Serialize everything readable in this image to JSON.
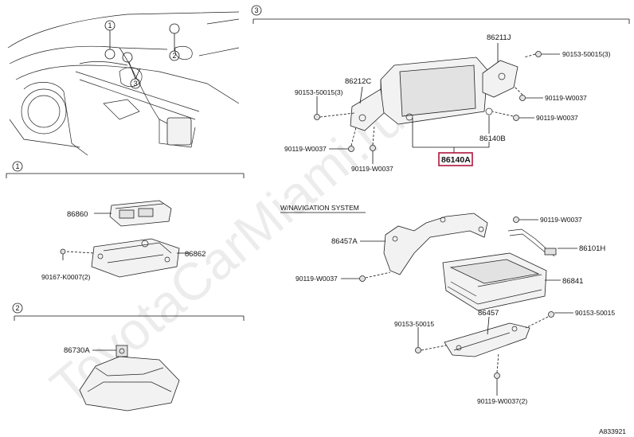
{
  "watermark": "ToyotaCarMiami.ru",
  "image_code": "A833921",
  "callouts": {
    "c1": "1",
    "c2": "2",
    "c3": "3"
  },
  "section3": {
    "parts": {
      "p86211J": "86211J",
      "p86212C": "86212C",
      "p86140B": "86140B",
      "p86140A": "86140A"
    },
    "bolts": {
      "b_90153_50015_3_right": "90153-50015(3)",
      "b_90153_50015_3_left": "90153-50015(3)",
      "b_90119_W0037_a": "90119-W0037",
      "b_90119_W0037_b": "90119-W0037",
      "b_90119_W0037_c": "90119-W0037",
      "b_90119_W0037_d": "90119-W0037"
    },
    "highlight_color": "#b0153c"
  },
  "nav": {
    "title": "W/NAVIGATION SYSTEM",
    "parts": {
      "p86457A": "86457A",
      "p86101H": "86101H",
      "p86841": "86841",
      "p86457": "86457"
    },
    "bolts": {
      "b_90119_W0037_top": "90119-W0037",
      "b_90119_W0037_left": "90119-W0037",
      "b_90153_50015_right": "90153-50015",
      "b_90153_50015_left": "90153-50015",
      "b_90119_W0037_2": "90119-W0037(2)"
    }
  },
  "section1": {
    "parts": {
      "p86860": "86860",
      "p86862": "86862"
    },
    "bolts": {
      "b_90167_K0007_2": "90167-K0007(2)"
    }
  },
  "section2": {
    "parts": {
      "p86730A": "86730A"
    }
  }
}
